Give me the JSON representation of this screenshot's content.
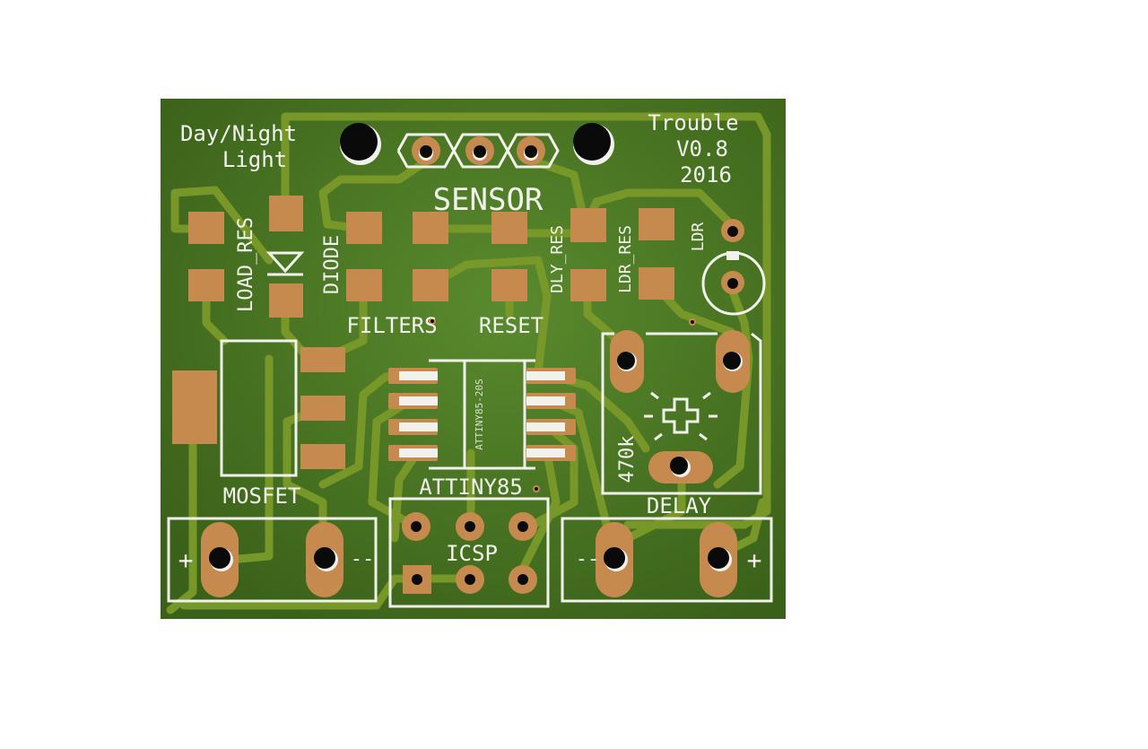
{
  "board": {
    "title_line1": "Day/Night",
    "title_line2": "Light",
    "brand": "Trouble",
    "version": "V0.8",
    "year": "2016",
    "colors": {
      "background": "#ffffff",
      "substrate": "#3f6a1f",
      "trace": "#7a9a2a",
      "copper_pad": "#c78a4e",
      "silkscreen": "#f2f2ec",
      "hole": "#0a0a0a"
    }
  },
  "labels": {
    "sensor": "SENSOR",
    "load_res": "LOAD_RES",
    "diode": "DIODE",
    "filters": "FILTERS",
    "reset": "RESET",
    "dly_res": "DLY_RES",
    "ldr_res": "LDR_RES",
    "ldr": "LDR",
    "mosfet": "MOSFET",
    "attiny_part": "ATTINY85-20S",
    "attiny": "ATTINY85",
    "icsp": "ICSP",
    "pot_value": "470k",
    "delay": "DELAY",
    "left_plus": "+",
    "left_minus": "--",
    "right_minus": "--",
    "right_plus": "+"
  },
  "icons": {
    "diode_symbol": "diode-icon",
    "adjust_symbol": "plus-adjust-icon",
    "mounting_hole": "mounting-hole-icon"
  }
}
